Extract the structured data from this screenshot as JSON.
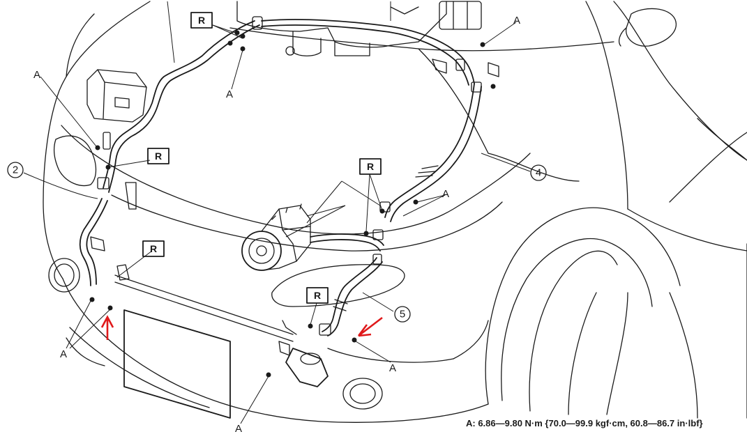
{
  "labels": {
    "fastener_a": "A",
    "replace_mark": "R",
    "callout_2": "2",
    "callout_4": "4",
    "callout_5": "5"
  },
  "torque_note": "A: 6.86—9.80 N·m {70.0—99.9 kgf·cm, 60.8—86.7 in·lbf}",
  "colors": {
    "line": "#1a1a1a",
    "highlight_arrow": "#e0191b",
    "background": "#ffffff"
  },
  "icons": [
    "up-arrow-icon",
    "diagonal-arrow-icon"
  ]
}
